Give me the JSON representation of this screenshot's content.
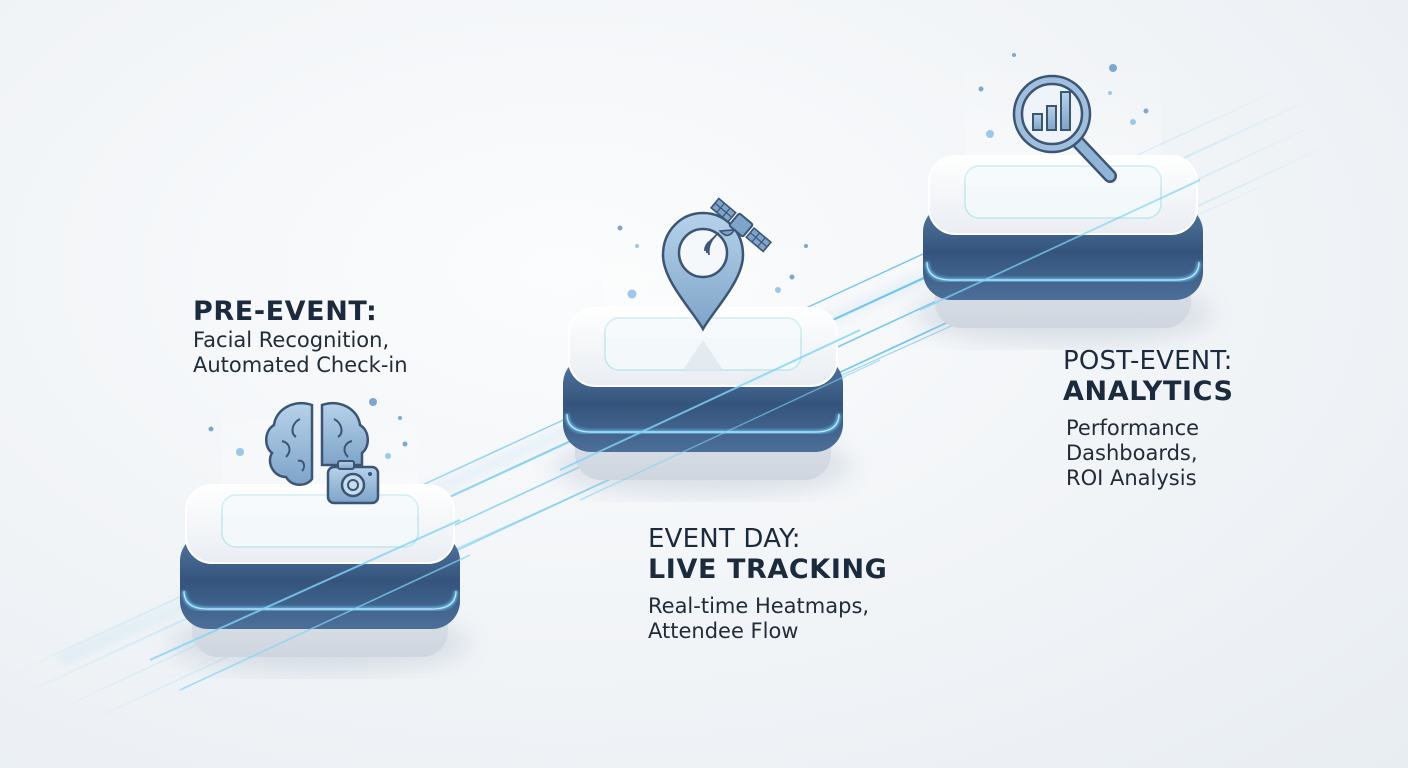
{
  "diagram": {
    "type": "process-timeline",
    "theme_colors": {
      "background": "#f1f4f7",
      "platform_top": "#f4f6f9",
      "platform_band": "#3f5f86",
      "glow": "#4db4f5",
      "icon_fill": "#8fb4d6",
      "icon_stroke": "#3c5575",
      "text_dark": "#1c2a3e"
    },
    "stages": [
      {
        "id": "pre-event",
        "heading": "PRE-EVENT:",
        "subheading": "",
        "description_lines": [
          "Facial Recognition,",
          "Automated Check-in"
        ],
        "icon": "brain-camera-icon"
      },
      {
        "id": "event-day",
        "heading": "EVENT DAY:",
        "subheading": "LIVE TRACKING",
        "description_lines": [
          "Real-time Heatmaps,",
          "Attendee Flow"
        ],
        "icon": "location-pin-satellite-icon"
      },
      {
        "id": "post-event",
        "heading": "POST-EVENT:",
        "subheading": "ANALYTICS",
        "description_lines": [
          "Performance",
          "Dashboards,",
          "ROI Analysis"
        ],
        "icon": "magnifier-bar-chart-icon"
      }
    ]
  }
}
